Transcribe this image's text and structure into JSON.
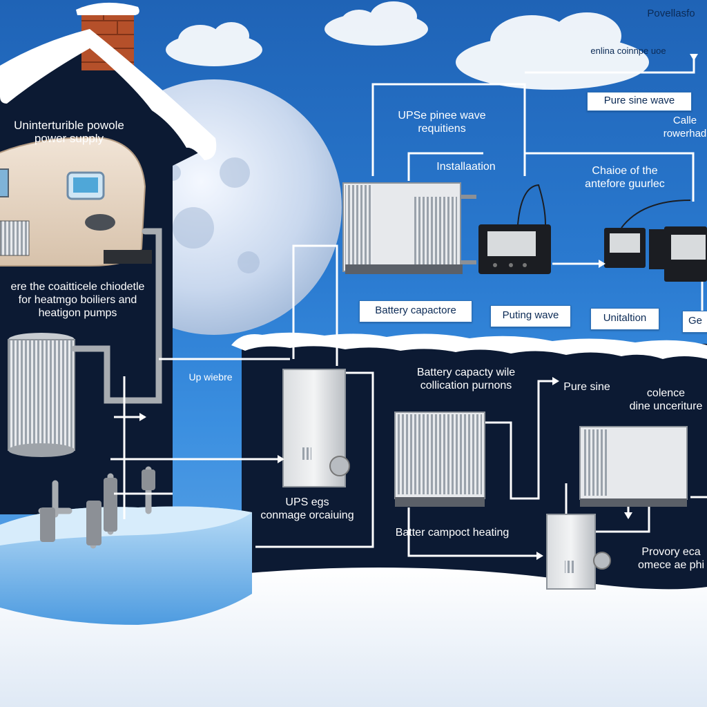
{
  "labels": {
    "top_right_corner": "Povellasfo",
    "top_right_sub": "enlina coinnpe uoe",
    "pure_sine_box": "Pure sine wave",
    "ups_sine_req_1": "UPSe pinee wave",
    "ups_sine_req_2": "requitiens",
    "calle_1": "Calle",
    "calle_2": "rowerhad",
    "installation": "Installaation",
    "choice_1": "Chaioe of the",
    "choice_2": "antefore guurlec",
    "ups_title_1": "Uninterturible powole",
    "ups_title_2": "power supply",
    "compat_1": "ere the coaitticele chiodetle",
    "compat_2": "for heatmgo boiliers and",
    "compat_3": "heatigon pumps",
    "battery_box": "Battery capactore",
    "puting_box": "Puting wave",
    "unitaltion_box": "Unitaltion",
    "ge_box": "Ge",
    "up_wiebre": "Up wiebre",
    "battery_calc_1": "Battery capacty wile",
    "battery_calc_2": "collication purnons",
    "pure_sine_lower": "Pure sine",
    "colence_1": "colence",
    "colence_2": "dine unceriture",
    "ups_cons_1": "UPS egs",
    "ups_cons_2": "conmage orcaiuing",
    "battery_heating": "Batter campoct heating",
    "provory_1": "Provory eca",
    "provory_2": "omece ae phi"
  },
  "colors": {
    "sky": "#2a7ad0",
    "night_panel": "#0c1a33",
    "snow": "#ffffff",
    "water": "#8cc4ee"
  }
}
